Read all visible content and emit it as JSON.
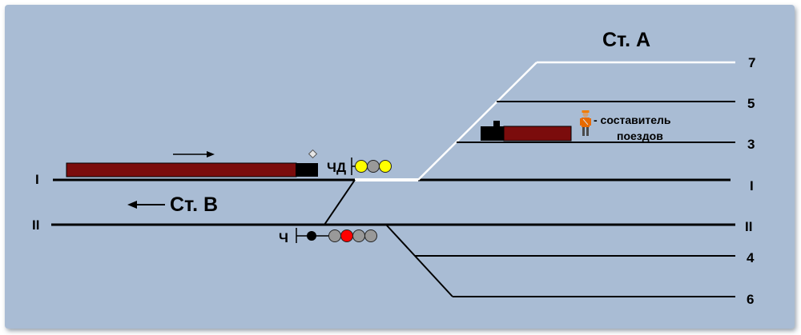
{
  "station_a_title": "Ст. А",
  "station_b_title": "Ст. В",
  "track_labels": {
    "t7": "7",
    "t5": "5",
    "t3": "3",
    "tI_right": "I",
    "tII_right": "II",
    "t4": "4",
    "t6": "6",
    "tI_left": "I",
    "tII_left": "II"
  },
  "signals": {
    "chd_label": "ЧД",
    "chd_lamps": [
      "#ffff00",
      "#999999",
      "#ffff00"
    ],
    "ch_label": "Ч",
    "ch_lamps": [
      "#999999",
      "#ff0000",
      "#999999",
      "#999999"
    ]
  },
  "legend": {
    "line1": "- составитель",
    "line2": "поездов",
    "icon": "shunting-worker-icon"
  },
  "colors": {
    "background": "#a9bcd4",
    "train_body": "#7b0c0c",
    "locomotive": "#000000",
    "white_route": "#ffffff",
    "track": "#000000"
  }
}
